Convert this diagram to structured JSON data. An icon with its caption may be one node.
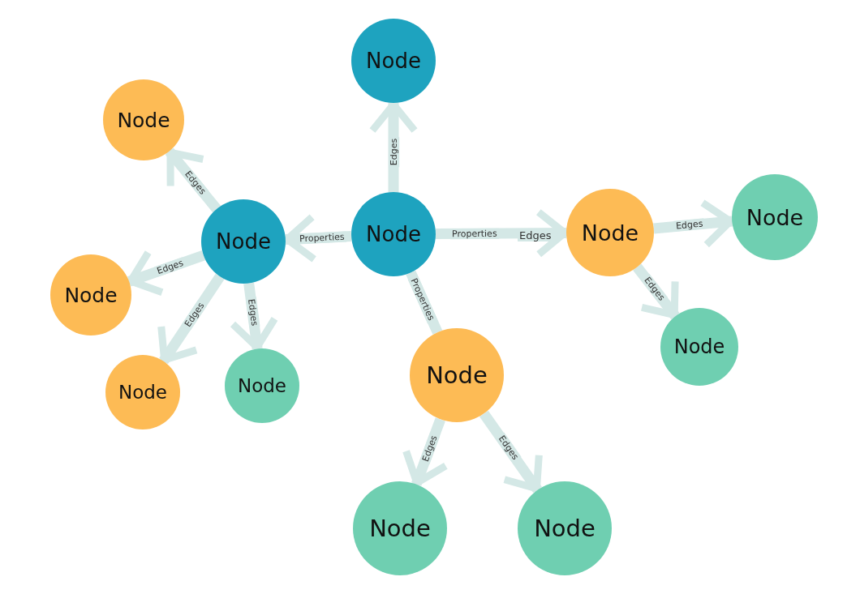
{
  "diagram": {
    "nodes": [
      {
        "text": [
          "Node"
        ]
      },
      {
        "text": [
          "Node"
        ]
      },
      {
        "text": [
          "Node"
        ]
      },
      {
        "text": [
          "Node"
        ]
      },
      {
        "text": [
          "Node"
        ]
      },
      {
        "text": [
          "Node"
        ]
      },
      {
        "text": [
          "Node"
        ]
      },
      {
        "text": [
          "Node"
        ]
      },
      {
        "text": [
          "Node"
        ]
      },
      {
        "text": [
          "Node"
        ]
      },
      {
        "text": [
          "Node"
        ]
      },
      {
        "text": [
          "Node"
        ]
      },
      {
        "text": [
          "Node"
        ]
      }
    ],
    "edges": [
      {
        "from": 2,
        "to": 0,
        "arrow": "to",
        "label": "Edges"
      },
      {
        "from": 2,
        "to": 3,
        "arrow": "to",
        "label": "Properties"
      },
      {
        "from": 2,
        "to": 4,
        "arrow": "to",
        "label": "Properties"
      },
      {
        "from": 2,
        "to": 8,
        "arrow": "none",
        "label": "Properties"
      },
      {
        "from": 3,
        "to": 1,
        "arrow": "to",
        "label": "Edges"
      },
      {
        "from": 3,
        "to": 6,
        "arrow": "to",
        "label": "Edges"
      },
      {
        "from": 3,
        "to": 9,
        "arrow": "to",
        "label": "Edges"
      },
      {
        "from": 3,
        "to": 10,
        "arrow": "to",
        "label": "Edges"
      },
      {
        "from": 4,
        "to": 5,
        "arrow": "to",
        "label": "Edges"
      },
      {
        "from": 4,
        "to": 7,
        "arrow": "to",
        "label": "Edges"
      },
      {
        "from": 8,
        "to": 11,
        "arrow": "to",
        "label": "Edges"
      },
      {
        "from": 8,
        "to": 12,
        "arrow": "to",
        "label": "Edges"
      }
    ],
    "labels": [
      "Edges"
    ]
  }
}
